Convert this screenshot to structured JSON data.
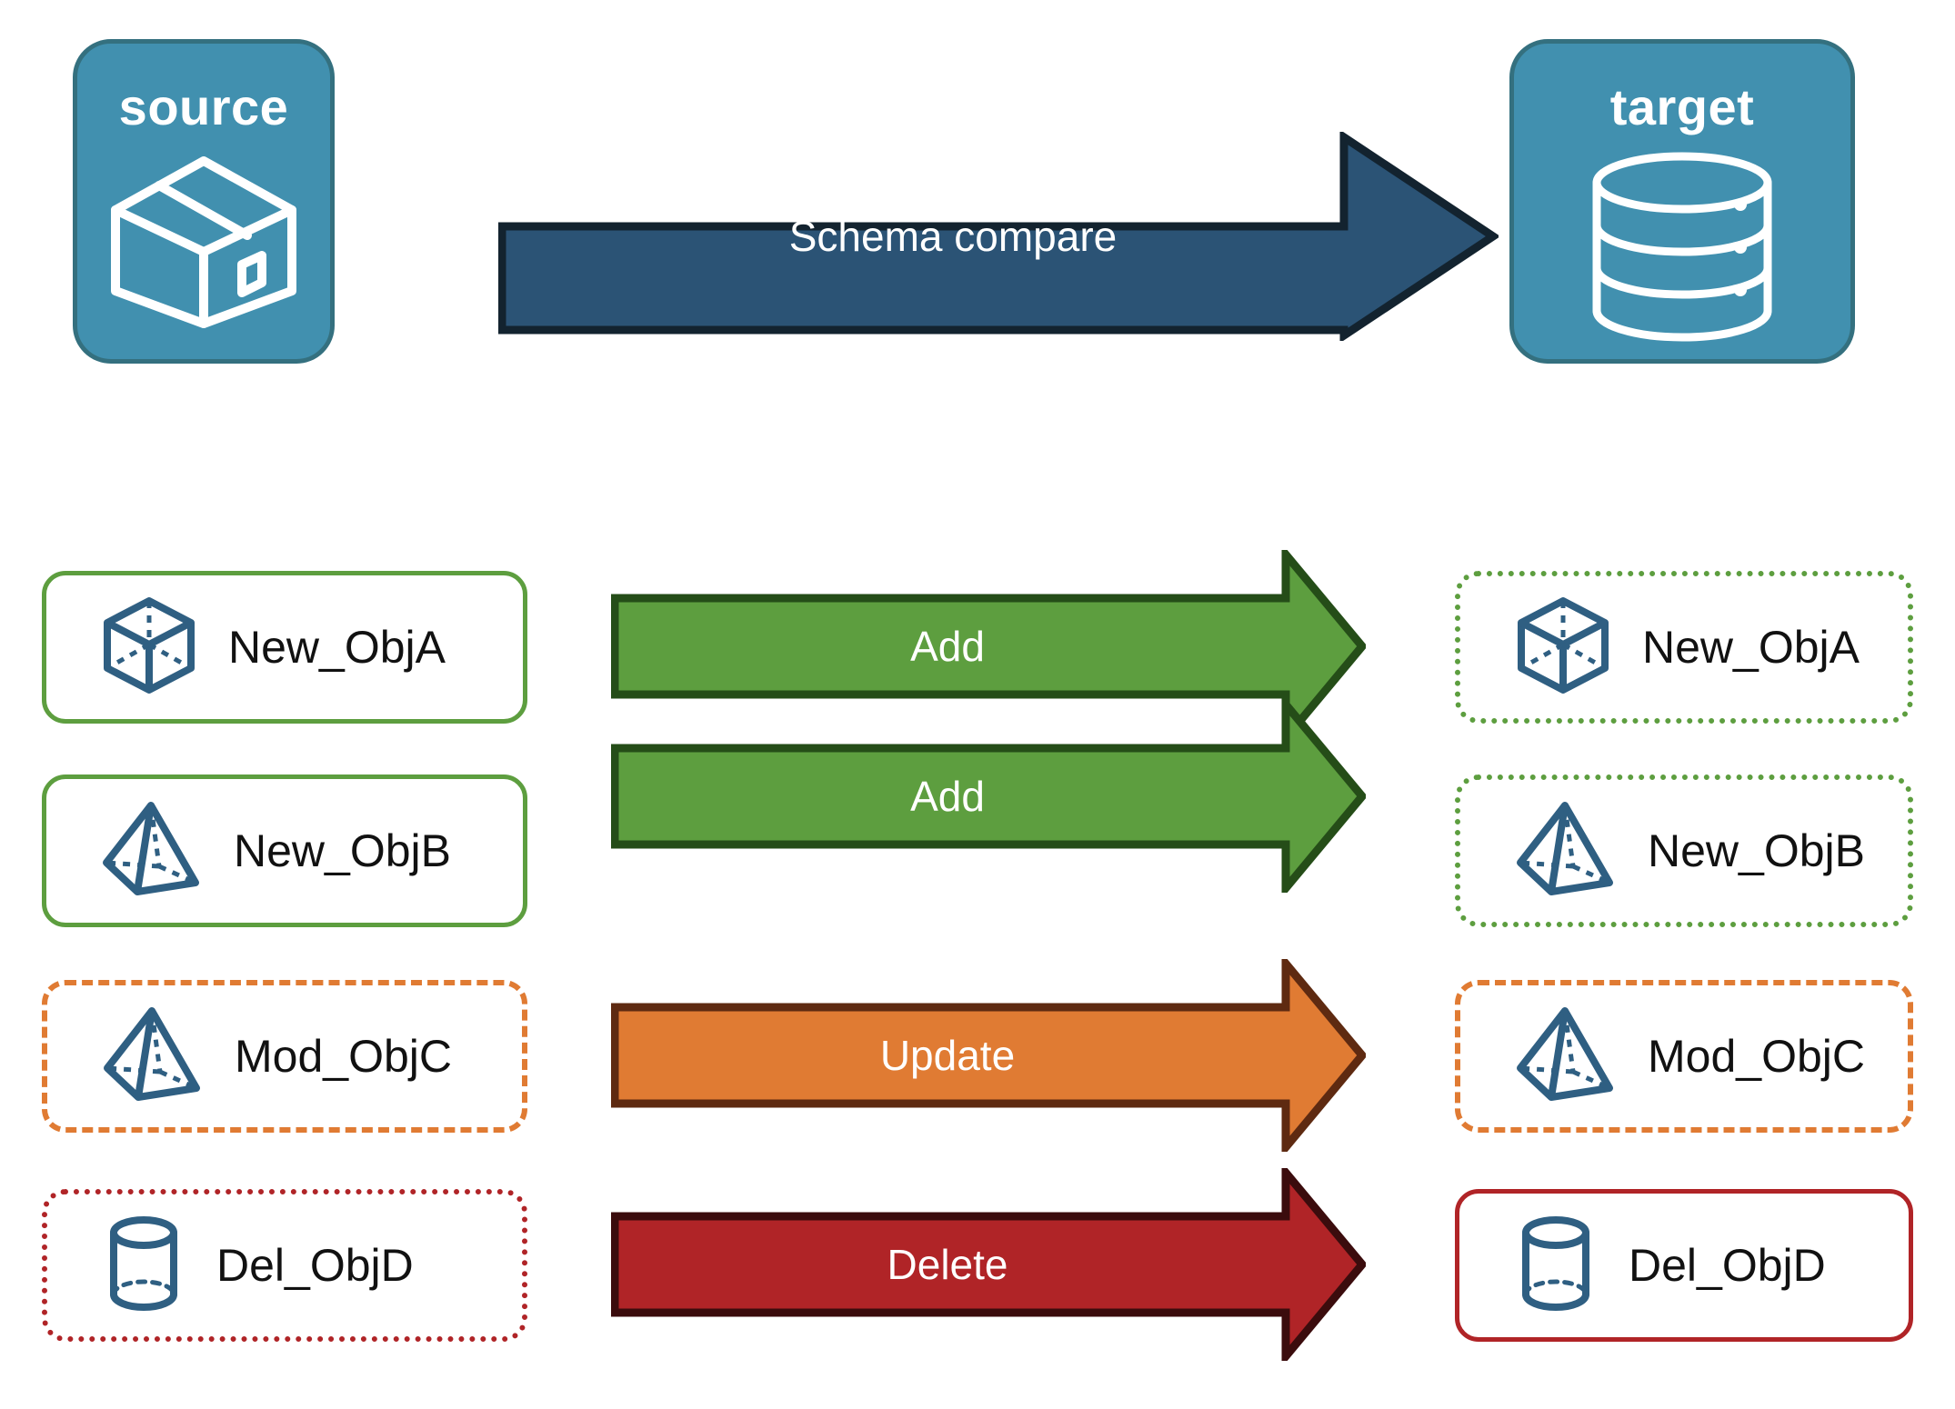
{
  "diagram": {
    "title_source": "source",
    "title_target": "target",
    "source_icon": "package-box-icon",
    "target_icon": "database-cylinder-icon",
    "main_arrow": {
      "label": "Schema compare",
      "fill": "#2b5375",
      "stroke": "#13232f",
      "text_color": "#ffffff"
    },
    "panel": {
      "fill": "#4190af",
      "stroke": "#34707f",
      "text_color": "#ffffff"
    },
    "colors": {
      "green": "#5d9e3f",
      "green_dark": "#254d18",
      "orange": "#e07b33",
      "orange_dark": "#5e2a11",
      "red": "#b02427",
      "red_dark": "#3b0c0d",
      "navy": "#2b5375",
      "icon_blue": "#2f5f82"
    },
    "rows": [
      {
        "source_label": "New_ObjA",
        "source_icon": "wireframe-cube-icon",
        "source_border_style": "solid",
        "source_border_color": "#5d9e3f",
        "action": "Add",
        "arrow_fill": "#5d9e3f",
        "arrow_stroke": "#254d18",
        "target_label": "New_ObjA",
        "target_icon": "wireframe-cube-icon",
        "target_border_style": "dotted",
        "target_border_color": "#5d9e3f"
      },
      {
        "source_label": "New_ObjB",
        "source_icon": "wireframe-pyramid-icon",
        "source_border_style": "solid",
        "source_border_color": "#5d9e3f",
        "action": "Add",
        "arrow_fill": "#5d9e3f",
        "arrow_stroke": "#254d18",
        "target_label": "New_ObjB",
        "target_icon": "wireframe-pyramid-icon",
        "target_border_style": "dotted",
        "target_border_color": "#5d9e3f"
      },
      {
        "source_label": "Mod_ObjC",
        "source_icon": "wireframe-pyramid-icon",
        "source_border_style": "dashed",
        "source_border_color": "#e07b33",
        "action": "Update",
        "arrow_fill": "#e07b33",
        "arrow_stroke": "#5e2a11",
        "target_label": "Mod_ObjC",
        "target_icon": "wireframe-pyramid-icon",
        "target_border_style": "dashed",
        "target_border_color": "#e07b33"
      },
      {
        "source_label": "Del_ObjD",
        "source_icon": "wireframe-cylinder-icon",
        "source_border_style": "dotted",
        "source_border_color": "#b02427",
        "action": "Delete",
        "arrow_fill": "#b02427",
        "arrow_stroke": "#3b0c0d",
        "target_label": "Del_ObjD",
        "target_icon": "wireframe-cylinder-icon",
        "target_border_style": "solid",
        "target_border_color": "#b02427"
      }
    ]
  }
}
